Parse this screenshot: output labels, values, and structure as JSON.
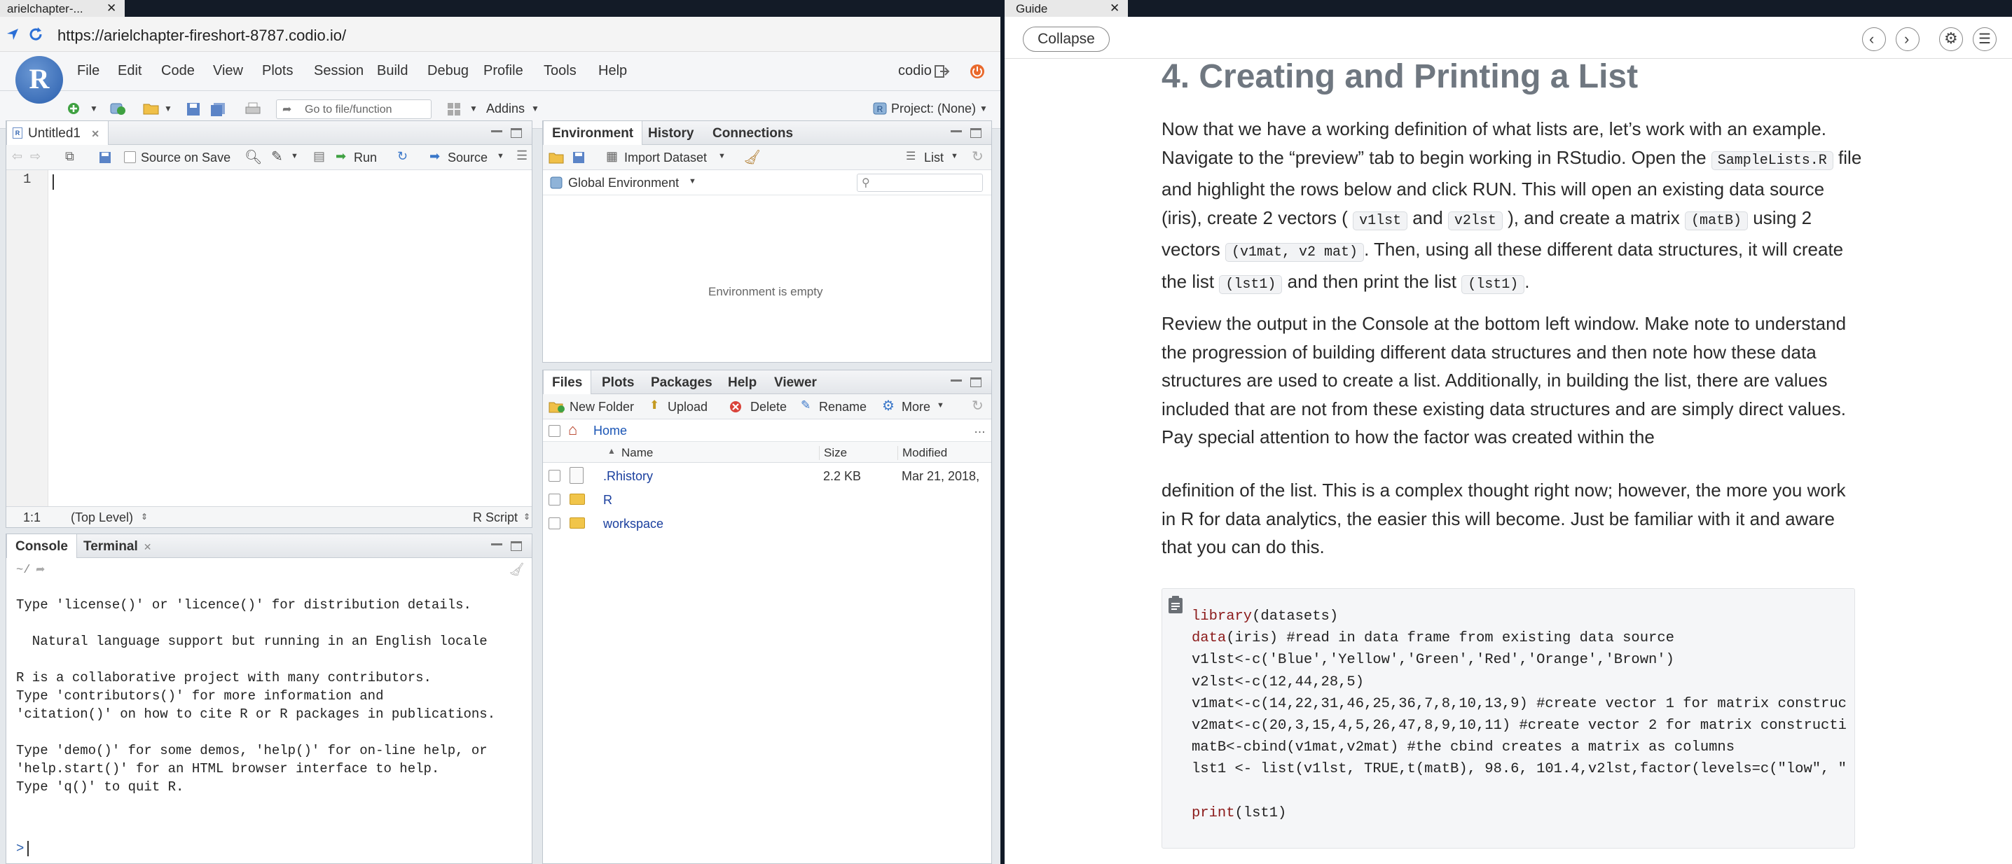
{
  "browser_left": {
    "tab_title": "arielchapter-...",
    "url": "https://arielchapter-fireshort-8787.codio.io/"
  },
  "browser_right": {
    "tab_title": "Guide"
  },
  "rstudio": {
    "menu": [
      "File",
      "Edit",
      "Code",
      "View",
      "Plots",
      "Session",
      "Build",
      "Debug",
      "Profile",
      "Tools",
      "Help"
    ],
    "user": "codio",
    "goto_placeholder": "Go to file/function",
    "addins": "Addins",
    "project": "Project: (None)",
    "editor": {
      "tab": "Untitled1",
      "source_on_save": "Source on Save",
      "run": "Run",
      "source": "Source",
      "line_number": "1",
      "status_pos": "1:1",
      "status_scope": "(Top Level)",
      "status_type": "R Script"
    },
    "env": {
      "tabs": [
        "Environment",
        "History",
        "Connections"
      ],
      "import": "Import Dataset",
      "list": "List",
      "global": "Global Environment",
      "empty": "Environment is empty"
    },
    "files": {
      "tabs": [
        "Files",
        "Plots",
        "Packages",
        "Help",
        "Viewer"
      ],
      "new_folder": "New Folder",
      "upload": "Upload",
      "delete": "Delete",
      "rename": "Rename",
      "more": "More",
      "home": "Home",
      "cols": [
        "Name",
        "Size",
        "Modified"
      ],
      "rows": [
        {
          "name": ".Rhistory",
          "size": "2.2 KB",
          "modified": "Mar 21, 2018,"
        },
        {
          "name": "R",
          "size": "",
          "modified": ""
        },
        {
          "name": "workspace",
          "size": "",
          "modified": ""
        }
      ]
    },
    "console": {
      "tabs": [
        "Console",
        "Terminal"
      ],
      "path": "~/",
      "lines": [
        "Type 'license()' or 'licence()' for distribution details.",
        "",
        "  Natural language support but running in an English locale",
        "",
        "R is a collaborative project with many contributors.",
        "Type 'contributors()' for more information and",
        "'citation()' on how to cite R or R packages in publications.",
        "",
        "Type 'demo()' for some demos, 'help()' for on-line help, or",
        "'help.start()' for an HTML browser interface to help.",
        "Type 'q()' to quit R."
      ],
      "prompt": ">"
    }
  },
  "guide": {
    "collapse": "Collapse",
    "heading": "4. Creating and Printing a List",
    "p1": {
      "a": "Now that we have a working definition of what lists are, let’s work with an example. Navigate to the “preview” tab to begin working in RStudio. Open the ",
      "c1": "SampleLists.R",
      "b": " file and highlight the rows below and click RUN. This will open an existing data source (iris), create 2 vectors ( ",
      "c2": "v1lst",
      "c": " and ",
      "c3": "v2lst",
      "d": " ), and create a matrix ",
      "c4": "(matB)",
      "e": " using 2 vectors ",
      "c5": "(v1mat, v2 mat)",
      "f": ". Then, using all these different data structures, it will create the list ",
      "c6": "(lst1)",
      "g": " and then print the list ",
      "c7": "(lst1)",
      "h": "."
    },
    "p2": "Review the output in the Console at the bottom left window. Make note to understand the progression of building different data structures and then note how these data structures are used to create a list. Additionally, in building the list, there are values included that are not from these existing data structures and are simply direct values. Pay special attention to how the factor was created within the",
    "p3": "definition of the list. This is a complex thought right now; however, the more you work in R for data analytics, the easier this will become. Just be familiar with it and aware that you can do this.",
    "code": [
      {
        "fn": "library",
        "rest": "(datasets)"
      },
      {
        "fn": "data",
        "rest": "(iris) #read in data frame from existing data source"
      },
      {
        "fn": "",
        "rest": "v1lst<-c('Blue','Yellow','Green','Red','Orange','Brown')"
      },
      {
        "fn": "",
        "rest": "v2lst<-c(12,44,28,5)"
      },
      {
        "fn": "",
        "rest": "v1mat<-c(14,22,31,46,25,36,7,8,10,13,9) #create vector 1 for matrix construc"
      },
      {
        "fn": "",
        "rest": "v2mat<-c(20,3,15,4,5,26,47,8,9,10,11) #create vector 2 for matrix constructi"
      },
      {
        "fn": "",
        "rest": "matB<-cbind(v1mat,v2mat) #the cbind creates a matrix as columns"
      },
      {
        "fn": "",
        "rest": "lst1 <- list(v1lst, TRUE,t(matB), 98.6, 101.4,v2lst,factor(levels=c(\"low\", \""
      },
      {
        "fn": "",
        "rest": ""
      },
      {
        "fn": "print",
        "rest": "(lst1)"
      }
    ]
  }
}
